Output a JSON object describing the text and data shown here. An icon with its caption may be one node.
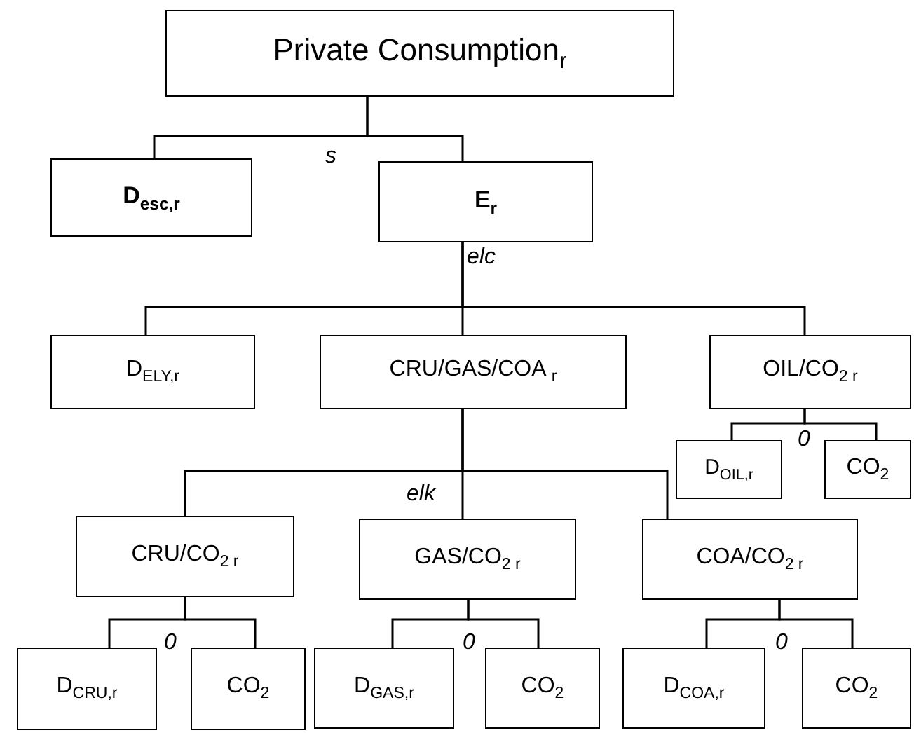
{
  "diagram": {
    "nodes": [
      {
        "text": [
          "Private Consumption$_{r}$"
        ]
      },
      {
        "text": [
          "D$_{esc,r}$"
        ]
      },
      {
        "text": [
          "E$_{r}$"
        ]
      },
      {
        "text": [
          "D$_{ELY,r}$"
        ]
      },
      {
        "text": [
          "CRU/GAS/COA $_{r}$"
        ]
      },
      {
        "text": [
          "OIL/CO$_{2 r}$"
        ]
      },
      {
        "text": [
          "D$_{OIL,r}$"
        ]
      },
      {
        "text": [
          "CO$_{2}$"
        ]
      },
      {
        "text": [
          "CRU/CO$_{2 r}$"
        ]
      },
      {
        "text": [
          "GAS/CO$_{2 r}$"
        ]
      },
      {
        "text": [
          "COA/CO$_{2 r}$"
        ]
      },
      {
        "text": [
          "D$_{CRU,r}$"
        ]
      },
      {
        "text": [
          "CO$_{2}$"
        ]
      },
      {
        "text": [
          "D$_{GAS,r}$"
        ]
      },
      {
        "text": [
          "CO$_{2}$"
        ]
      },
      {
        "text": [
          "D$_{COA,r}$"
        ]
      },
      {
        "text": [
          "CO$_{2}$"
        ]
      }
    ],
    "edges": [
      {
        "from": 0,
        "to": 1,
        "arrow": "none"
      },
      {
        "from": 0,
        "to": 2,
        "arrow": "none"
      },
      {
        "from": 2,
        "to": 3,
        "arrow": "none"
      },
      {
        "from": 2,
        "to": 4,
        "arrow": "none"
      },
      {
        "from": 2,
        "to": 5,
        "arrow": "none"
      },
      {
        "from": 5,
        "to": 6,
        "arrow": "none"
      },
      {
        "from": 5,
        "to": 7,
        "arrow": "none"
      },
      {
        "from": 4,
        "to": 8,
        "arrow": "none"
      },
      {
        "from": 4,
        "to": 9,
        "arrow": "none"
      },
      {
        "from": 4,
        "to": 10,
        "arrow": "none"
      },
      {
        "from": 8,
        "to": 11,
        "arrow": "none"
      },
      {
        "from": 8,
        "to": 12,
        "arrow": "none"
      },
      {
        "from": 9,
        "to": 13,
        "arrow": "none"
      },
      {
        "from": 9,
        "to": 14,
        "arrow": "none"
      },
      {
        "from": 10,
        "to": 15,
        "arrow": "none"
      },
      {
        "from": 10,
        "to": 16,
        "arrow": "none"
      }
    ],
    "labels": [
      "s",
      "elc",
      "0",
      "elk",
      "0",
      "0",
      "0"
    ]
  }
}
